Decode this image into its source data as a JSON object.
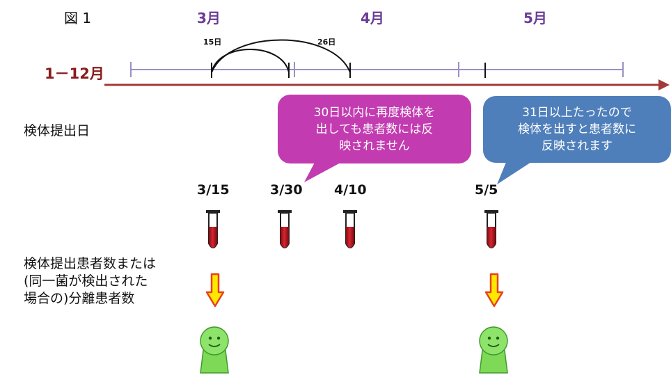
{
  "figure_label": "図 1",
  "months": [
    "3月",
    "4月",
    "5月"
  ],
  "range_label": "1－12月",
  "interval_labels": [
    "15日",
    "26日"
  ],
  "sample_date_heading": "検体提出日",
  "sample_dates": [
    "3/15",
    "3/30",
    "4/10",
    "5/5"
  ],
  "patient_count_heading": [
    "検体提出患者数または",
    "(同一菌が検出された",
    "場合の)分離患者数"
  ],
  "bubbles": {
    "within_30": {
      "lines": [
        "30日以内に再度検体を",
        "出しても患者数には反",
        "映されません"
      ],
      "color": "#c23bb0"
    },
    "over_31": {
      "lines": [
        "31日以上たったので",
        "検体を出すと患者数に",
        "反映されます"
      ],
      "color": "#4f7fba"
    }
  },
  "colors": {
    "timeline_arrow": "#a33a3a",
    "month_axis": "#9b8fc4",
    "month_text": "#6a3d97",
    "tube_blood": "#b0101a",
    "down_arrow_fill": "#ffe800",
    "down_arrow_stroke": "#e8401c",
    "person": "#7ed957"
  }
}
